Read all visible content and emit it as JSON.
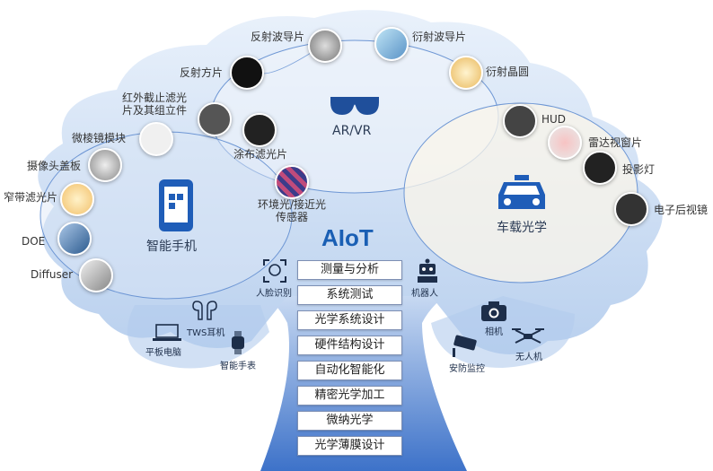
{
  "center": {
    "title": "AIoT"
  },
  "categories": {
    "arvr": "AR/VR",
    "phone": "智能手机",
    "car": "车载光学"
  },
  "arvr_items": [
    "反射波导片",
    "衍射波导片",
    "反射方片",
    "衍射晶圆",
    "红外截止滤光片及其组立件",
    "涂布滤光片",
    "环境光/接近光传感器"
  ],
  "phone_items": [
    "微棱镜模块",
    "摄像头盖板",
    "窄带滤光片",
    "DOE",
    "Diffuser"
  ],
  "car_items": [
    "HUD",
    "雷达视窗片",
    "投影灯",
    "电子后视镜"
  ],
  "bottom_left": [
    "TWS耳机",
    "平板电脑",
    "智能手表"
  ],
  "bottom_right": [
    "相机",
    "安防监控",
    "无人机"
  ],
  "side_left": "人脸识别",
  "side_right": "机器人",
  "trunk_items": [
    "测量与分析",
    "系统测试",
    "光学系统设计",
    "硬件结构设计",
    "自动化智能化",
    "精密光学加工",
    "微纳光学",
    "光学薄膜设计"
  ],
  "colors": {
    "accent": "#1a5fb4",
    "canopy": "#d4e3f5",
    "trunk": "#4a7fd0"
  }
}
